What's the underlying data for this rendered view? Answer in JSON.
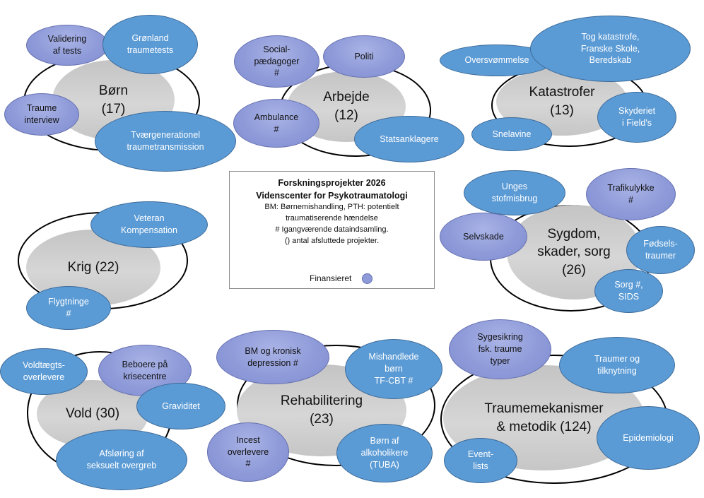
{
  "legend": {
    "title_line1": "Forskningsprojekter 2026",
    "title_line2": "Videnscenter for Psykotraumatologi",
    "line1": "BM: Børnemishandling, PTH: potentielt",
    "line2": "traumatiserende hændelse",
    "line3": "# Igangværende dataindsamling.",
    "line4": "() antal afsluttede projekter.",
    "funded_label": "Finansieret"
  },
  "clusters": {
    "born": {
      "title": "Børn\n(17)",
      "bubbles": [
        "Validering\naf tests",
        "Grønland\ntraumetests",
        "Traume\ninterview",
        "Tværgenerationel\ntraumetransmission"
      ]
    },
    "arbejde": {
      "title": "Arbejde\n(12)",
      "bubbles": [
        "Social-\npædagoger\n#",
        "Politi",
        "Ambulance\n#",
        "Statsanklagere"
      ]
    },
    "katastrofer": {
      "title": "Katastrofer\n(13)",
      "bubbles": [
        "Oversvømmelse",
        "Tog katastrofe,\nFranske Skole,\nBeredskab",
        "Snelavine",
        "Skyderiet\ni Field's"
      ]
    },
    "krig": {
      "title": "Krig (22)",
      "bubbles": [
        "Veteran\nKompensation",
        "Flygtninge\n#"
      ]
    },
    "sygdom": {
      "title": "Sygdom,\nskader, sorg\n(26)",
      "bubbles": [
        "Unges\nstofmisbrug",
        "Trafikulykke\n#",
        "Selvskade",
        "Fødsels-\ntraumer",
        "Sorg #,\nSIDS"
      ]
    },
    "vold": {
      "title": "Vold (30)",
      "bubbles": [
        "Voldtægts-\noverlevere",
        "Beboere på\nkrisecentre",
        "Graviditet",
        "Afsløring af\nseksuelt overgreb"
      ]
    },
    "rehabilitering": {
      "title": "Rehabilitering\n(23)",
      "bubbles": [
        "BM og kronisk\ndepression #",
        "Mishandlede\nbørn\nTF-CBT #",
        "Incest\noverlevere\n#",
        "Børn af\nalkoholikere\n(TUBA)"
      ]
    },
    "traumemekanismer": {
      "title": "Traumemekanismer\n& metodik (124)",
      "bubbles": [
        "Sygesikring\nfsk. traume\ntyper",
        "Traumer og\ntilknytning",
        "Epidemiologi",
        "Event-\nlists"
      ]
    }
  },
  "colors": {
    "regular_bubble": "#5b9bd5",
    "funded_bubble": "#8f9bd9",
    "core_fill": "#cfcfcf",
    "ring_outline": "#000000"
  }
}
